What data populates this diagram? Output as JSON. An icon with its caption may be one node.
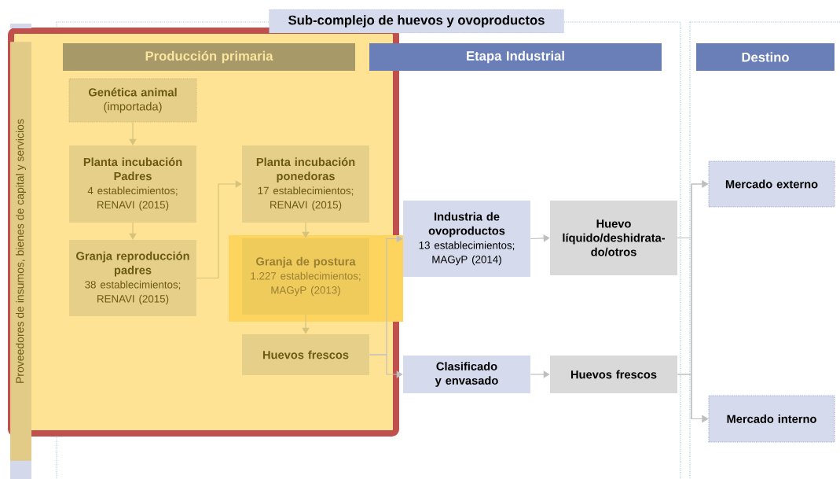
{
  "diagram": {
    "title": "Sub-complejo de huevos y ovoproductos",
    "nodes": [
      {
        "text": [
          "Proveedores de insumos, bienes de capital y servicios"
        ]
      },
      {
        "text": [
          "Producción primaria"
        ]
      },
      {
        "text": [
          "Etapa Industrial"
        ]
      },
      {
        "text": [
          "Destino"
        ]
      },
      {
        "text": [
          "Genética animal",
          "(importada)"
        ]
      },
      {
        "text": [
          "Planta incubación Padres",
          "4 establecimientos; RENAVI (2015)"
        ]
      },
      {
        "text": [
          "Granja reproducción padres",
          "38 establecimientos; RENAVI (2015)"
        ]
      },
      {
        "text": [
          "Planta incubación ponedoras",
          "17 establecimientos; RENAVI (2015)"
        ]
      },
      {
        "text": [
          "Granja de postura",
          "1.227 establecimientos; MAGyP (2013)"
        ]
      },
      {
        "text": [
          "Huevos frescos"
        ]
      },
      {
        "text": [
          "Industria de ovoproductos",
          "13 establecimientos; MAGyP (2014)"
        ]
      },
      {
        "text": [
          "Huevo líquido/deshidrata- do/otros"
        ]
      },
      {
        "text": [
          "Clasificado y envasado"
        ]
      },
      {
        "text": [
          "Huevos frescos"
        ]
      },
      {
        "text": [
          "Mercado externo"
        ]
      },
      {
        "text": [
          "Mercado interno"
        ]
      }
    ],
    "edges": [
      {
        "from": 4,
        "to": 5,
        "arrow": "to",
        "color": "#d6c27c"
      },
      {
        "from": 5,
        "to": 6,
        "arrow": "to",
        "color": "#d6c27c"
      },
      {
        "from": 6,
        "to": 7,
        "arrow": "to",
        "color": "#d6c27c"
      },
      {
        "from": 7,
        "to": 8,
        "arrow": "to",
        "color": "#d6c27c"
      },
      {
        "from": 8,
        "to": 9,
        "arrow": "to",
        "color": "#d6c27c"
      },
      {
        "from": 9,
        "to": 10,
        "arrow": "to"
      },
      {
        "from": 9,
        "to": 12,
        "arrow": "to"
      },
      {
        "from": 10,
        "to": 11,
        "arrow": "to"
      },
      {
        "from": 12,
        "to": 13,
        "arrow": "to"
      },
      {
        "from": 11,
        "to": 14,
        "arrow": "to"
      },
      {
        "from": 11,
        "to": 15,
        "arrow": "to"
      },
      {
        "from": 13,
        "to": 14,
        "arrow": "to"
      },
      {
        "from": 13,
        "to": 15,
        "arrow": "to"
      }
    ]
  }
}
